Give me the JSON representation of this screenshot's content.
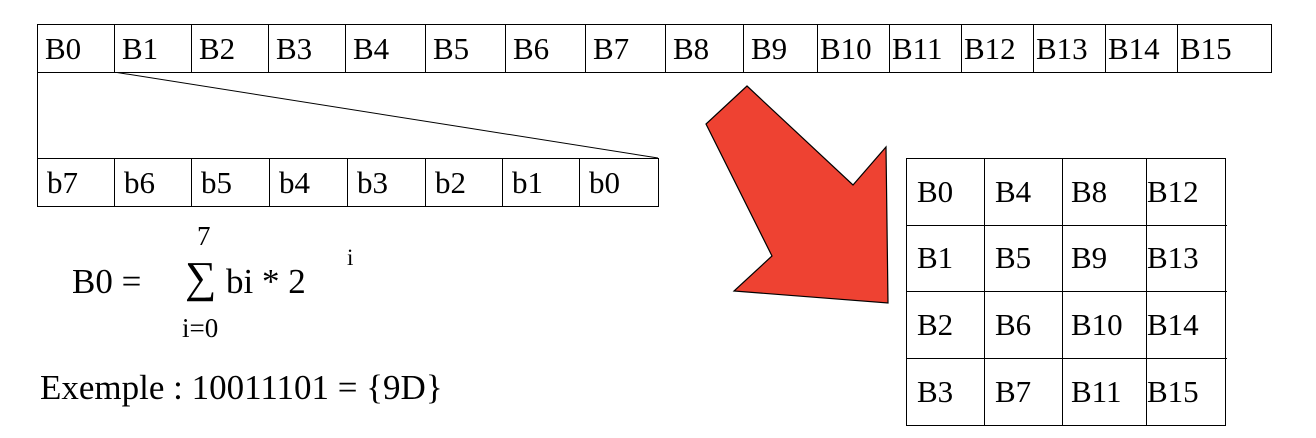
{
  "bytes_row": [
    "B0",
    "B1",
    "B2",
    "B3",
    "B4",
    "B5",
    "B6",
    "B7",
    "B8",
    "B9",
    "B10",
    "B11",
    "B12",
    "B13",
    "B14",
    "B15"
  ],
  "bits_row": [
    "b7",
    "b6",
    "b5",
    "b4",
    "b3",
    "b2",
    "b1",
    "b0"
  ],
  "formula": {
    "lhs": "B0 =",
    "sigma": "∑",
    "upper_limit": "7",
    "lower_limit": "i=0",
    "body": "bi * 2",
    "exponent": "i"
  },
  "example": "Exemple : 10011101 = {9D}",
  "state_grid": [
    [
      "B0",
      "B4",
      "B8",
      "B12"
    ],
    [
      "B1",
      "B5",
      "B9",
      "B13"
    ],
    [
      "B2",
      "B6",
      "B10",
      "B14"
    ],
    [
      "B3",
      "B7",
      "B11",
      "B15"
    ]
  ],
  "colors": {
    "arrow": "#ee4232",
    "line": "#000000"
  }
}
